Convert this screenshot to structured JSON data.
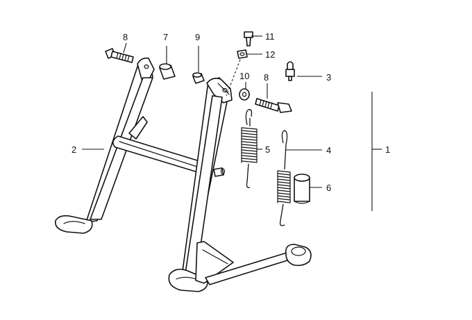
{
  "diagram": {
    "callouts": [
      {
        "id": "c1",
        "label": "1"
      },
      {
        "id": "c2",
        "label": "2"
      },
      {
        "id": "c3",
        "label": "3"
      },
      {
        "id": "c4",
        "label": "4"
      },
      {
        "id": "c5",
        "label": "5"
      },
      {
        "id": "c6",
        "label": "6"
      },
      {
        "id": "c7",
        "label": "7"
      },
      {
        "id": "c8a",
        "label": "8"
      },
      {
        "id": "c8b",
        "label": "8"
      },
      {
        "id": "c9",
        "label": "9"
      },
      {
        "id": "c10",
        "label": "10"
      },
      {
        "id": "c11",
        "label": "11"
      },
      {
        "id": "c12",
        "label": "12"
      }
    ]
  }
}
